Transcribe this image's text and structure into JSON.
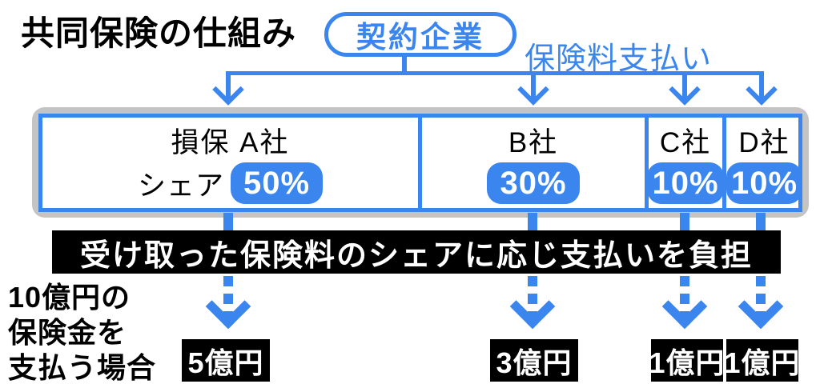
{
  "title": "共同保険の仕組み",
  "top": {
    "contractor_label": "契約企業",
    "premium_label": "保険料支払い"
  },
  "share_prefix": "シェア",
  "insurers": [
    {
      "name": "損保 A社",
      "share": "50%",
      "payout": "5億円"
    },
    {
      "name": "B社",
      "share": "30%",
      "payout": "3億円"
    },
    {
      "name": "C社",
      "share": "10%",
      "payout": "1億円"
    },
    {
      "name": "D社",
      "share": "10%",
      "payout": "1億円"
    }
  ],
  "middle_banner": "受け取った保険料のシェアに応じ支払いを負担",
  "bottom_note": {
    "lines": [
      "10億円の",
      "保険金を",
      "支払う場合"
    ]
  },
  "colors": {
    "accent_blue": "#3b86ee",
    "box_shadow_gray": "#c4c4c4",
    "banner_black": "#000000"
  }
}
